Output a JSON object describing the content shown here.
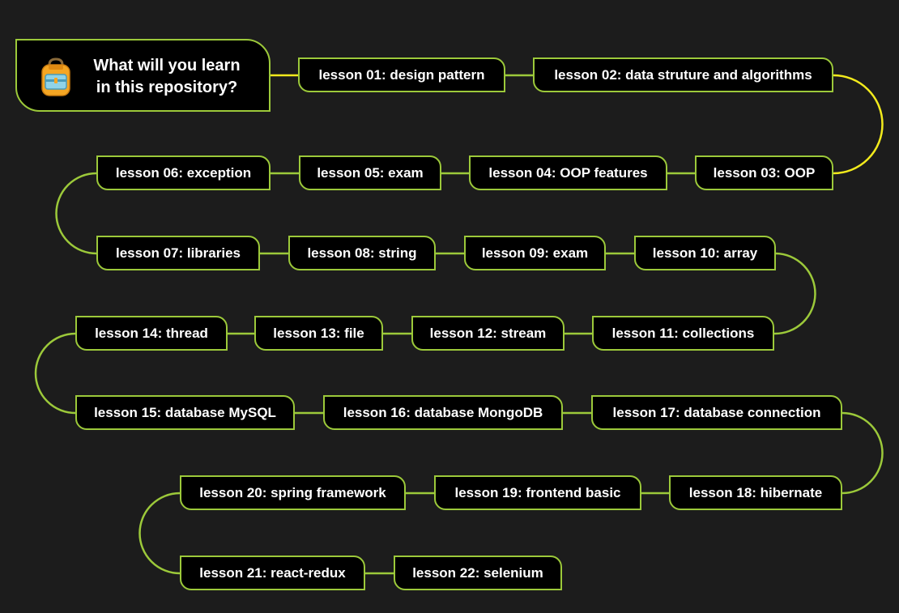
{
  "root": {
    "title_line1": "What will you learn",
    "title_line2": "in this repository?",
    "icon": "backpack-icon"
  },
  "lessons": [
    {
      "label": "lesson 01: design pattern"
    },
    {
      "label": "lesson 02: data struture and algorithms"
    },
    {
      "label": "lesson 03: OOP"
    },
    {
      "label": "lesson 04: OOP features"
    },
    {
      "label": "lesson 05: exam"
    },
    {
      "label": "lesson 06: exception"
    },
    {
      "label": "lesson 07: libraries"
    },
    {
      "label": "lesson 08: string"
    },
    {
      "label": "lesson 09: exam"
    },
    {
      "label": "lesson 10: array"
    },
    {
      "label": "lesson 11: collections"
    },
    {
      "label": "lesson 12: stream"
    },
    {
      "label": "lesson 13: file"
    },
    {
      "label": "lesson 14: thread"
    },
    {
      "label": "lesson 15: database MySQL"
    },
    {
      "label": "lesson 16: database MongoDB"
    },
    {
      "label": "lesson 17: database connection"
    },
    {
      "label": "lesson 18: hibernate"
    },
    {
      "label": "lesson 19: frontend basic"
    },
    {
      "label": "lesson 20: spring framework"
    },
    {
      "label": "lesson 21: react-redux"
    },
    {
      "label": "lesson 22: selenium"
    }
  ],
  "colors": {
    "background": "#1c1c1c",
    "node_fill": "#000000",
    "node_border": "#9cc93a",
    "highlight_connector": "#f2ea1c",
    "text": "#ffffff"
  }
}
